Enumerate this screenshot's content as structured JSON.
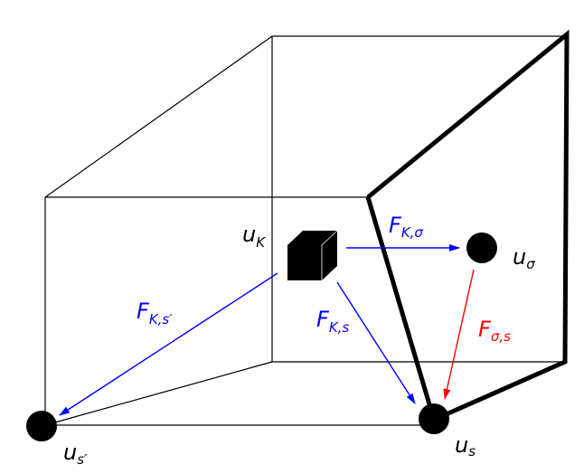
{
  "diagram": {
    "colors": {
      "edge": "#000000",
      "flux": "#0000ff",
      "face_flux": "#ff0000"
    },
    "labels": {
      "u_K": {
        "main": "u",
        "sub": "K"
      },
      "u_sigma": {
        "main": "u",
        "sub": "σ"
      },
      "u_s": {
        "main": "u",
        "sub": "s"
      },
      "u_s_prime": {
        "main": "u",
        "sub": "s′"
      },
      "F_K_sigma": {
        "main": "F",
        "sub": "K,σ"
      },
      "F_K_s": {
        "main": "F",
        "sub": "K,s"
      },
      "F_K_s_prime": {
        "main": "F",
        "sub": "K,s′"
      },
      "F_sigma_s": {
        "main": "F",
        "sub": "σ,s"
      }
    }
  }
}
